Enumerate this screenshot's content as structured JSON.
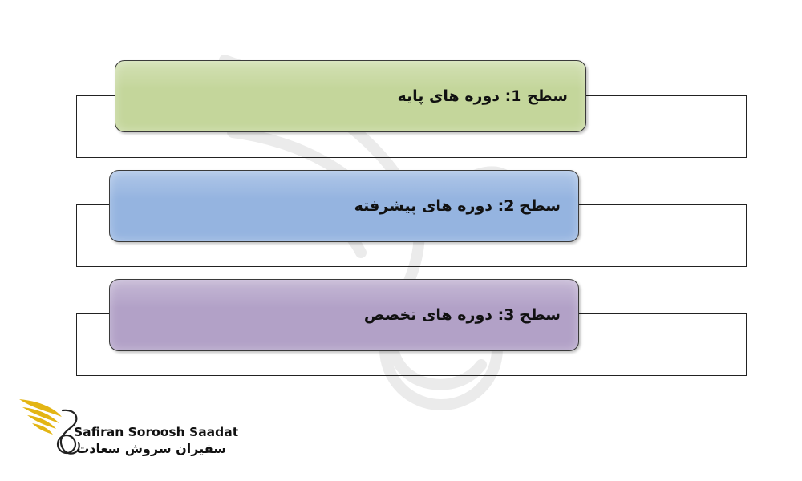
{
  "levels": [
    {
      "label": "سطح 1: دوره های پایه",
      "color": "#c4d69b"
    },
    {
      "label": "سطح 2: دوره های پیشرفته",
      "color": "#95b4e0"
    },
    {
      "label": "سطح 3: دوره های تخصص",
      "color": "#b2a1c7"
    }
  ],
  "brand": {
    "name_en": "Safiran Soroosh Saadat",
    "name_fa": "سفیران سروش سعادت",
    "wing_color": "#e3b514"
  }
}
